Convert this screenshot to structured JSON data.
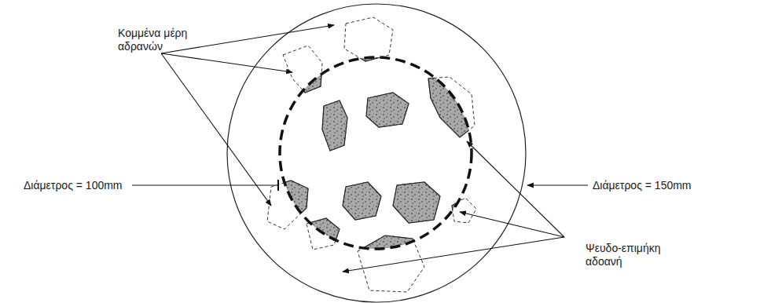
{
  "diagram": {
    "labels": [
      "Κομμένα μέρη αδρανών",
      "Διάμετρος = 100mm",
      "Διάμετρος = 150mm",
      "Ψευδο-επιμήκη αδοανή"
    ]
  }
}
